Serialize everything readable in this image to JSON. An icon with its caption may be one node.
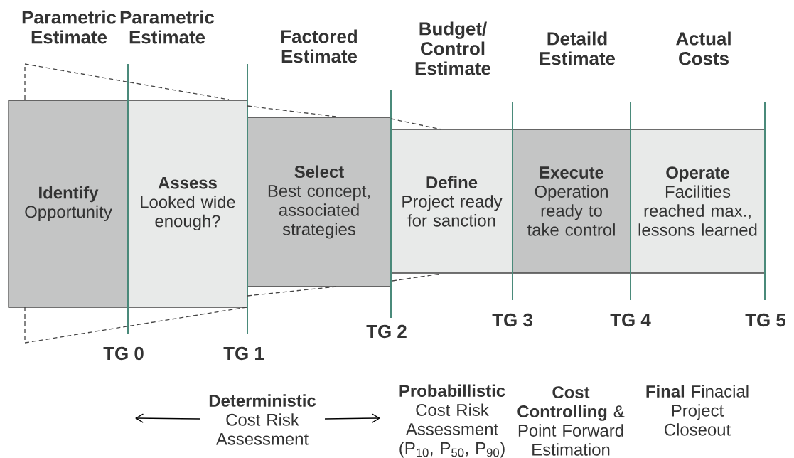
{
  "diagram": {
    "nodes": [
      {
        "text": [
          "Identify",
          "Opportunity"
        ]
      },
      {
        "text": [
          "Assess",
          "Looked wide enough?"
        ]
      },
      {
        "text": [
          "Select",
          "Best concept, associated strategies"
        ]
      },
      {
        "text": [
          "Define",
          "Project ready for sanction"
        ]
      },
      {
        "text": [
          "Execute",
          "Operation ready to take control"
        ]
      },
      {
        "text": [
          "Operate",
          "Facilities reached max., lessons learned"
        ]
      },
      {
        "text": [
          "Deterministic",
          "Cost Risk Assessment"
        ]
      }
    ],
    "edges": [
      {
        "from": 6,
        "to": null,
        "arrow": "to"
      },
      {
        "from": 6,
        "to": null,
        "arrow": "to"
      }
    ],
    "labels": [
      "Parametric Estimate",
      "Parametric Estimate",
      "Factored Estimate",
      "Budget/ Control Estimate",
      "Detaild Estimate",
      "Actual Costs",
      "TG 0",
      "TG 1",
      "TG 2",
      "TG 3",
      "TG 4",
      "TG 5",
      "**Probabillistic** Cost Risk Assessment (P$_{10}$, P$_{50}$, P$_{90}$)",
      "**Cost Controlling** & Point Forward Estimation",
      "**Final** Finacial Project Closeout"
    ]
  }
}
